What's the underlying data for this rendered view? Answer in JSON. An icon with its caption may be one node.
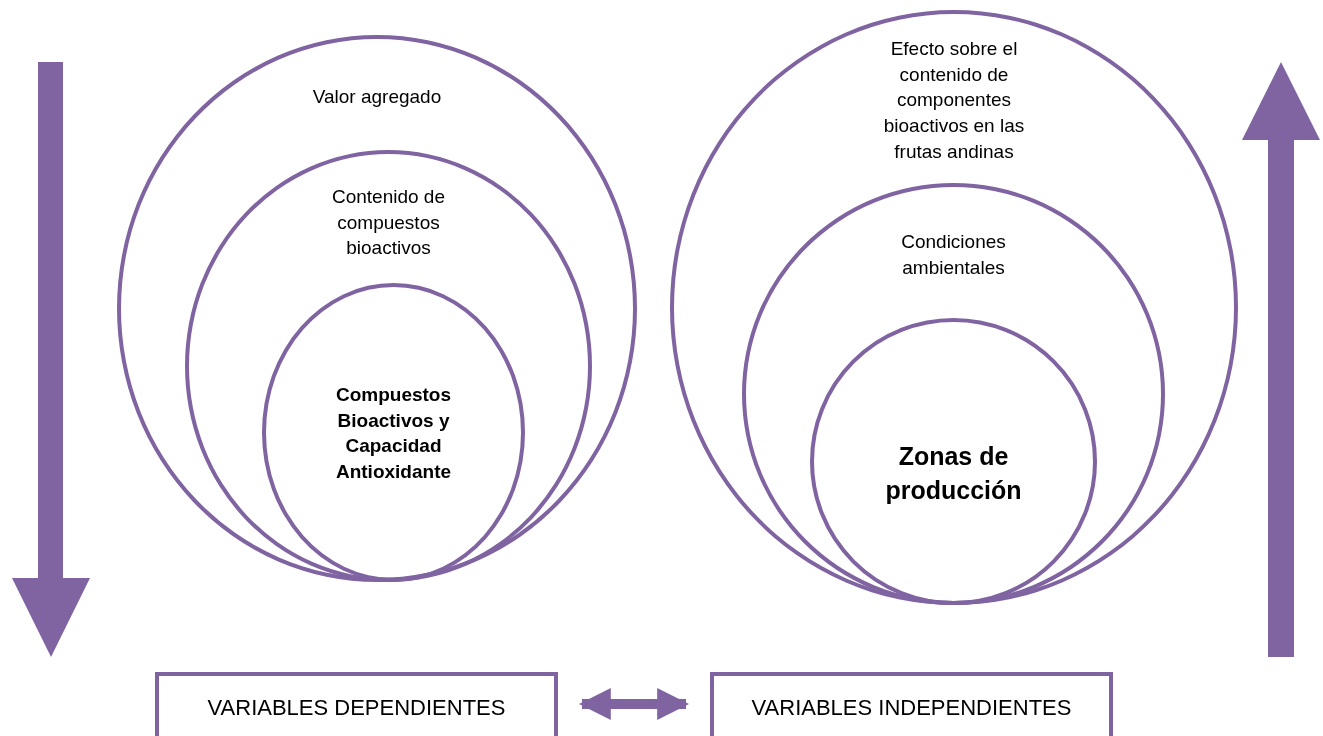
{
  "diagram": {
    "nodes": [
      {
        "text": [
          "Valor agregado"
        ]
      },
      {
        "text": [
          "Contenido de compuestos bioactivos"
        ],
        "in": 0
      },
      {
        "text": [
          "Compuestos Bioactivos y Capacidad Antioxidante"
        ],
        "in": 1
      },
      {
        "text": [
          "Efecto sobre el contenido de componentes bioactivos en las frutas andinas"
        ]
      },
      {
        "text": [
          "Condiciones ambientales"
        ],
        "in": 3
      },
      {
        "text": [
          "Zonas de producción"
        ],
        "in": 4
      },
      {
        "text": [
          "VARIABLES DEPENDIENTES"
        ]
      },
      {
        "text": [
          "VARIABLES INDEPENDIENTES"
        ]
      }
    ],
    "edges": [
      {
        "from": 6,
        "to": 7,
        "arrow": "both"
      }
    ]
  }
}
